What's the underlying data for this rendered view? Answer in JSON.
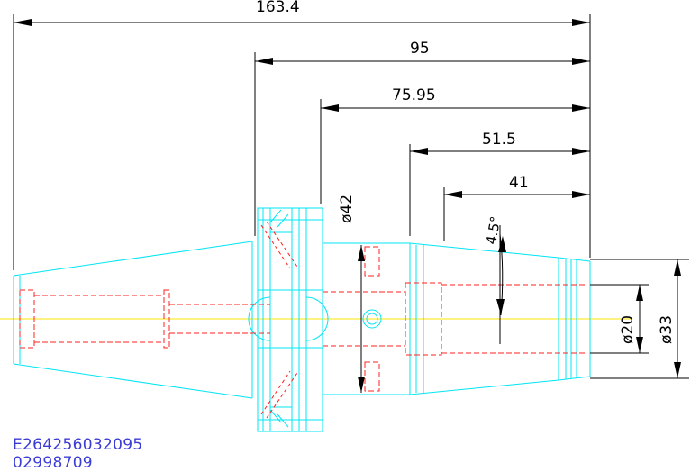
{
  "colors": {
    "outline": "#00e5f5",
    "hidden": "#ff2020",
    "centerline": "#ffe600",
    "dimension": "#000000",
    "id_text": "#3b3bd6"
  },
  "dimensions": {
    "overall_length": "163.4",
    "flange_to_end": "95",
    "gauge_length": "75.95",
    "bore_depth_1": "51.5",
    "bore_depth_2": "41",
    "taper_angle": "4.5°",
    "flange_diameter": "ø42",
    "bore_diameter": "ø20",
    "nose_diameter": "ø33"
  },
  "identifiers": {
    "part_number": "E264256032095",
    "order_number": "02998709"
  }
}
